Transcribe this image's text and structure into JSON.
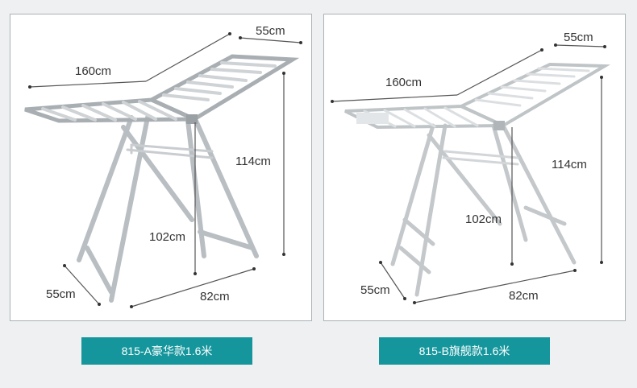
{
  "colors": {
    "caption_bg": "#15969c",
    "page_bg": "#eef0f1",
    "dim_line": "#555555"
  },
  "product_a": {
    "caption": "815-A豪华款1.6米",
    "dims": {
      "length": "160cm",
      "wing_width": "55cm",
      "height": "114cm",
      "inner_height": "102cm",
      "base_depth": "55cm",
      "base_width": "82cm"
    }
  },
  "product_b": {
    "caption": "815-B旗舰款1.6米",
    "dims": {
      "length": "160cm",
      "wing_width": "55cm",
      "height": "114cm",
      "inner_height": "102cm",
      "base_depth": "55cm",
      "base_width": "82cm"
    }
  }
}
